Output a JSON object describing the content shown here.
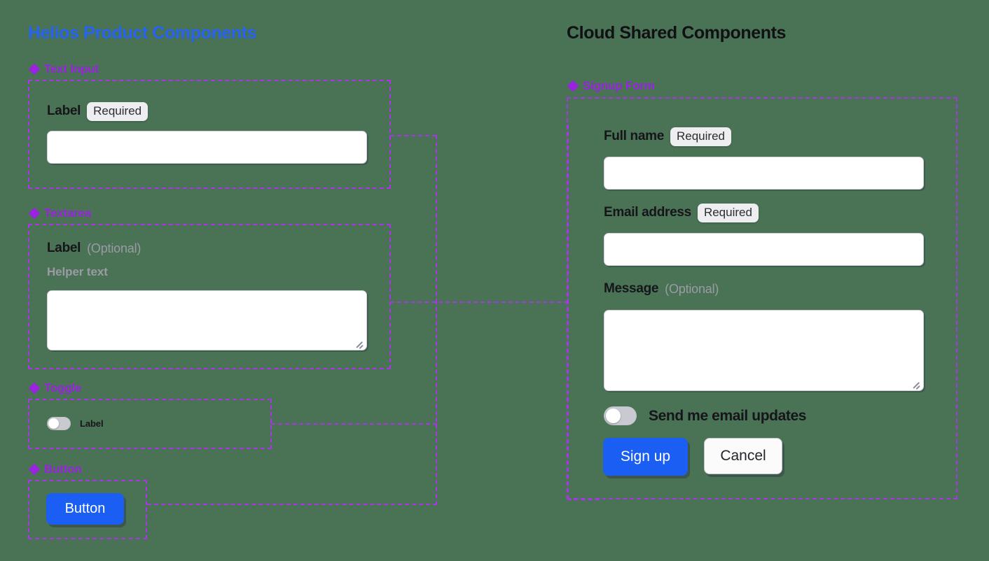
{
  "background_color": "#4a7254",
  "accent_colors": {
    "helios_title": "#2563f0",
    "cloud_title": "#101015",
    "section_header": "#9a23e0",
    "frame_dashed": "#a935e8",
    "primary_button": "#1b5ef3"
  },
  "left_panel": {
    "title": "Helios Product Components",
    "sections": [
      {
        "icon": "diamond-components-icon",
        "header": "Text Input",
        "label": "Label",
        "badge": "Required"
      },
      {
        "icon": "diamond-components-icon",
        "header": "Textarea",
        "label": "Label",
        "optional": "(Optional)",
        "helper": "Helper text"
      },
      {
        "icon": "diamond-components-icon",
        "header": "Toggle",
        "label": "Label",
        "state": "off"
      },
      {
        "icon": "diamond-components-icon",
        "header": "Button",
        "button_label": "Button"
      }
    ]
  },
  "right_panel": {
    "title": "Cloud Shared Components",
    "section": {
      "icon": "diamond-components-icon",
      "header": "Signup Form"
    },
    "form": {
      "fields": [
        {
          "label": "Full name",
          "badge": "Required",
          "type": "text",
          "value": ""
        },
        {
          "label": "Email address",
          "badge": "Required",
          "type": "text",
          "value": ""
        },
        {
          "label": "Message",
          "optional": "(Optional)",
          "type": "textarea",
          "value": ""
        }
      ],
      "toggle": {
        "label": "Send me email updates",
        "state": "off"
      },
      "buttons": {
        "primary": "Sign up",
        "secondary": "Cancel"
      }
    }
  }
}
